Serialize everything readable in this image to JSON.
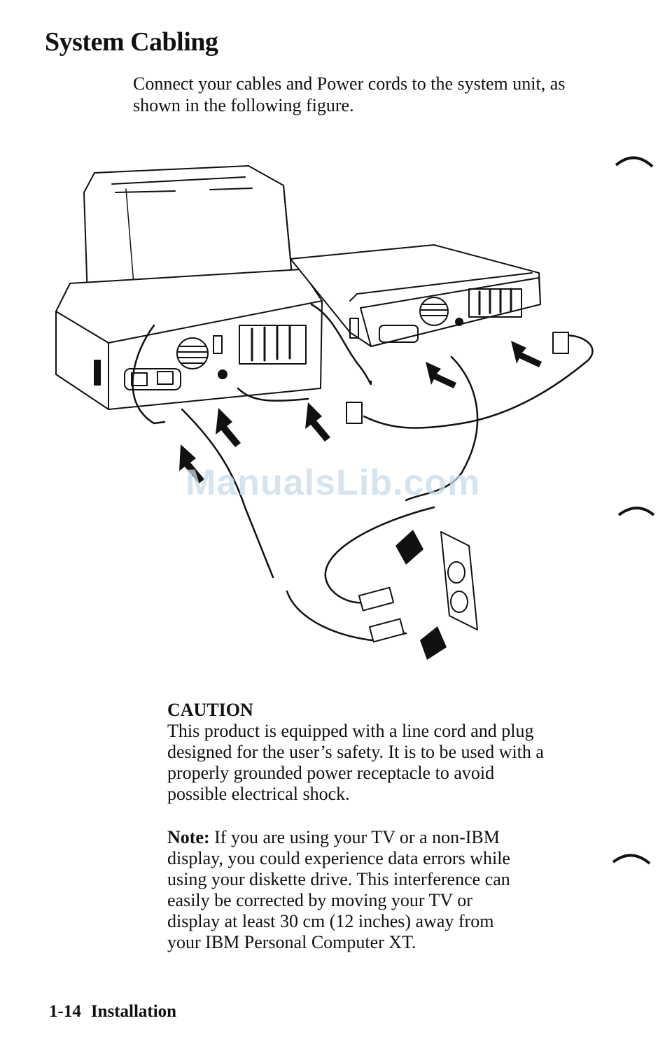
{
  "page": {
    "title": "System Cabling",
    "intro": "Connect your cables and Power cords to the system unit, as shown in the following figure."
  },
  "figure": {
    "watermark": "ManualsLib.com"
  },
  "caution": {
    "heading": "CAUTION",
    "lines": [
      "This product is equipped with a line cord and plug",
      "designed for the user’s safety.  It is to be used with a",
      "properly grounded power receptacle to avoid",
      "possible electrical shock."
    ]
  },
  "note": {
    "label": "Note:",
    "first_line": "If you are using your TV or a non-IBM",
    "lines": [
      "display, you could experience data errors while",
      "using your diskette drive.  This interference can",
      "easily be corrected by moving your TV or",
      "display at least 30 cm (12 inches) away from",
      "your IBM Personal Computer XT."
    ]
  },
  "footer": {
    "page_number": "1-14",
    "section": "Installation"
  }
}
